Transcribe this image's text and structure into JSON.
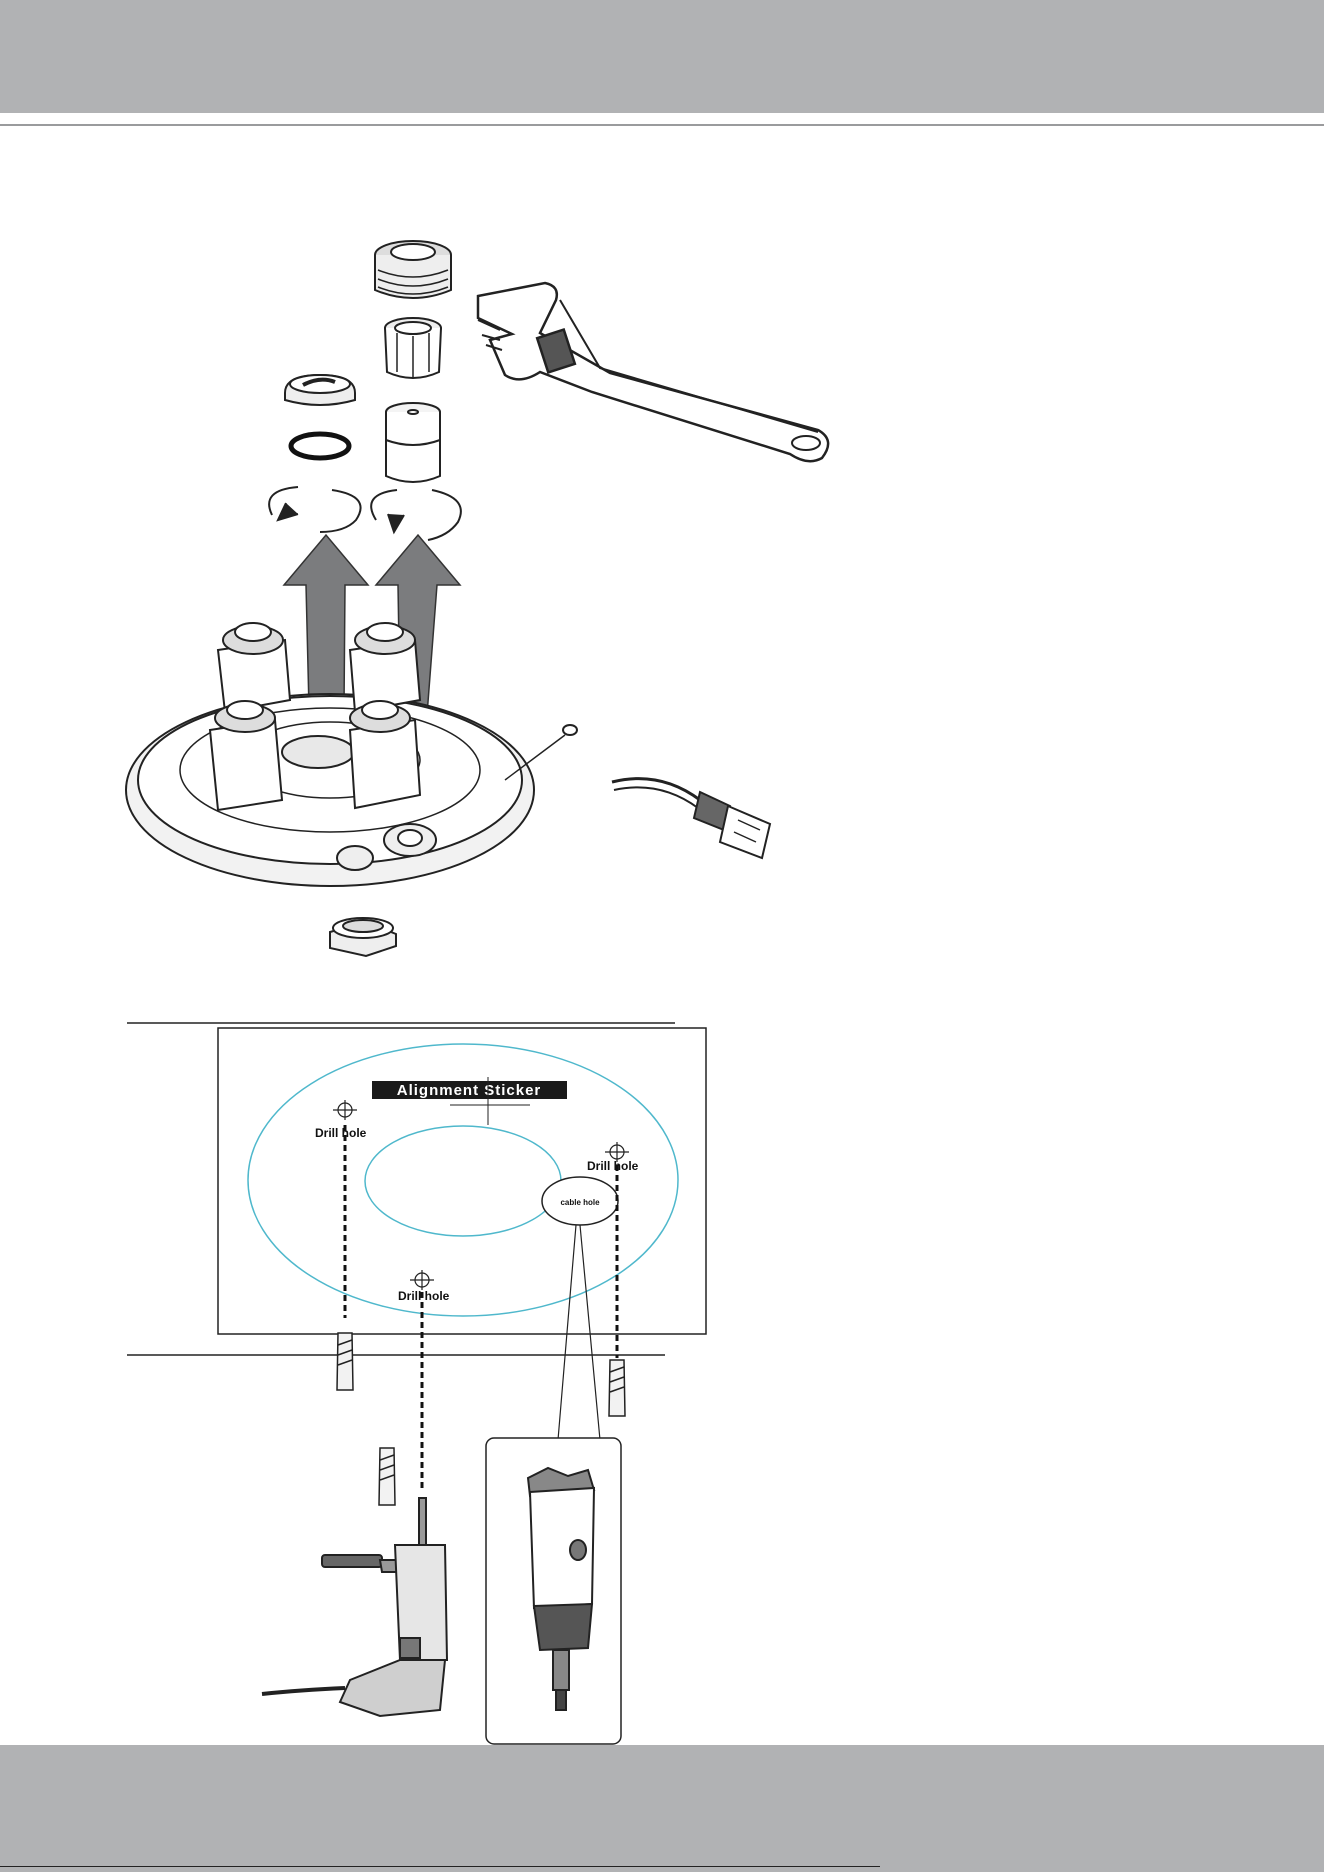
{
  "diagram": {
    "sticker_label": "Alignment Sticker",
    "drill_hole_left": "Drill hole",
    "drill_hole_right": "Drill hole",
    "drill_hole_bottom": "Drill hole",
    "cable_hole": "cable hole"
  },
  "colors": {
    "header_gray": "#b1b2b4",
    "sticker_ring": "#4fb8cc"
  }
}
